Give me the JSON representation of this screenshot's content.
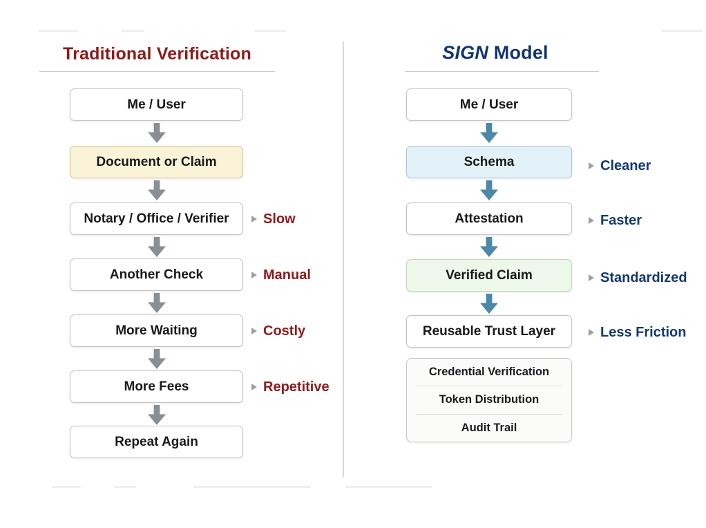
{
  "diagram": {
    "marker_icon": "right-triangle",
    "colors": {
      "left_title": "#8e1b1b",
      "left_side_labels": "#8e1b1b",
      "left_arrow": "#8a8f96",
      "right_title": "#12356f",
      "right_side_labels": "#15386f",
      "right_arrow": "#4c88a8",
      "document_or_claim_bg": "#faf3d8",
      "schema_bg": "#e3f1f9",
      "verified_claim_bg": "#edf8ea",
      "box_border": "#c4c4c4"
    }
  },
  "left": {
    "title": "Traditional Verification",
    "boxes": [
      {
        "label": "Me / User"
      },
      {
        "label": "Document or Claim"
      },
      {
        "label": "Notary / Office / Verifier"
      },
      {
        "label": "Another Check"
      },
      {
        "label": "More Waiting"
      },
      {
        "label": "More Fees"
      },
      {
        "label": "Repeat Again"
      }
    ],
    "side_labels": [
      "Slow",
      "Manual",
      "Costly",
      "Repetitive"
    ]
  },
  "right": {
    "title_sign": "SIGN",
    "title_rest": " Model",
    "boxes": [
      {
        "label": "Me / User"
      },
      {
        "label": "Schema"
      },
      {
        "label": "Attestation"
      },
      {
        "label": "Verified Claim"
      },
      {
        "label": "Reusable Trust Layer"
      }
    ],
    "side_labels": [
      "Cleaner",
      "Faster",
      "Standardized",
      "Less Friction"
    ],
    "group_rows": [
      "Credential Verification",
      "Token Distribution",
      "Audit Trail"
    ]
  }
}
